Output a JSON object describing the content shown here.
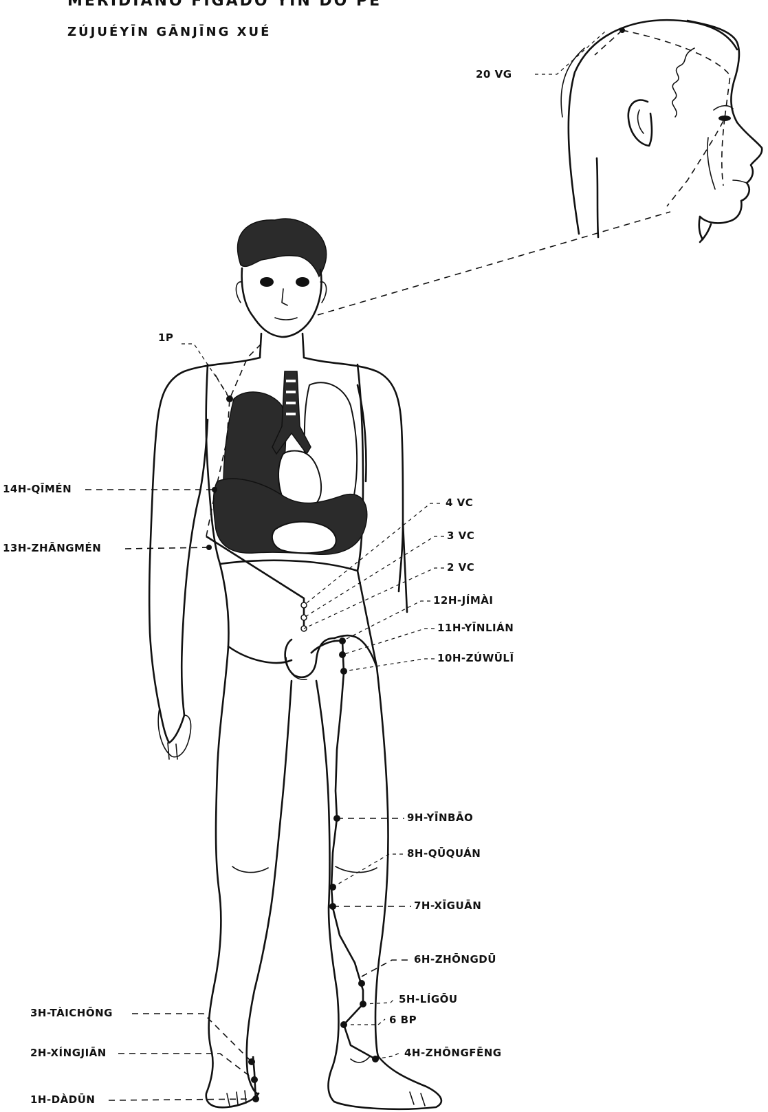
{
  "header": {
    "title": "MERIDIANO FÍGADO YIN DO PÉ",
    "subtitle": "ZÚJUÉYĪN GĀNJĪNG XUÉ"
  },
  "points": {
    "p20vg": "20 VG",
    "p1p": "1P",
    "p14h": "14H-QĪMÉN",
    "p13h": "13H-ZHĀNGMÉN",
    "p4vc": "4 VC",
    "p3vc": "3 VC",
    "p2vc": "2 VC",
    "p12h": "12H-JÍMÀI",
    "p11h": "11H-YĪNLIÁN",
    "p10h": "10H-ZÚWŪLǏ",
    "p9h": "9H-YĪNBĀO",
    "p8h": "8H-QŪQUÁN",
    "p7h": "7H-XĪGUĀN",
    "p6h": "6H-ZHŌNGDŪ",
    "p5h": "5H-LÍGŌU",
    "p6bp": "6 BP",
    "p4h": "4H-ZHŌNGFĒNG",
    "p3h": "3H-TÀICHŌNG",
    "p2h": "2H-XÍNGJIĀN",
    "p1h": "1H-DÀDŪN"
  }
}
